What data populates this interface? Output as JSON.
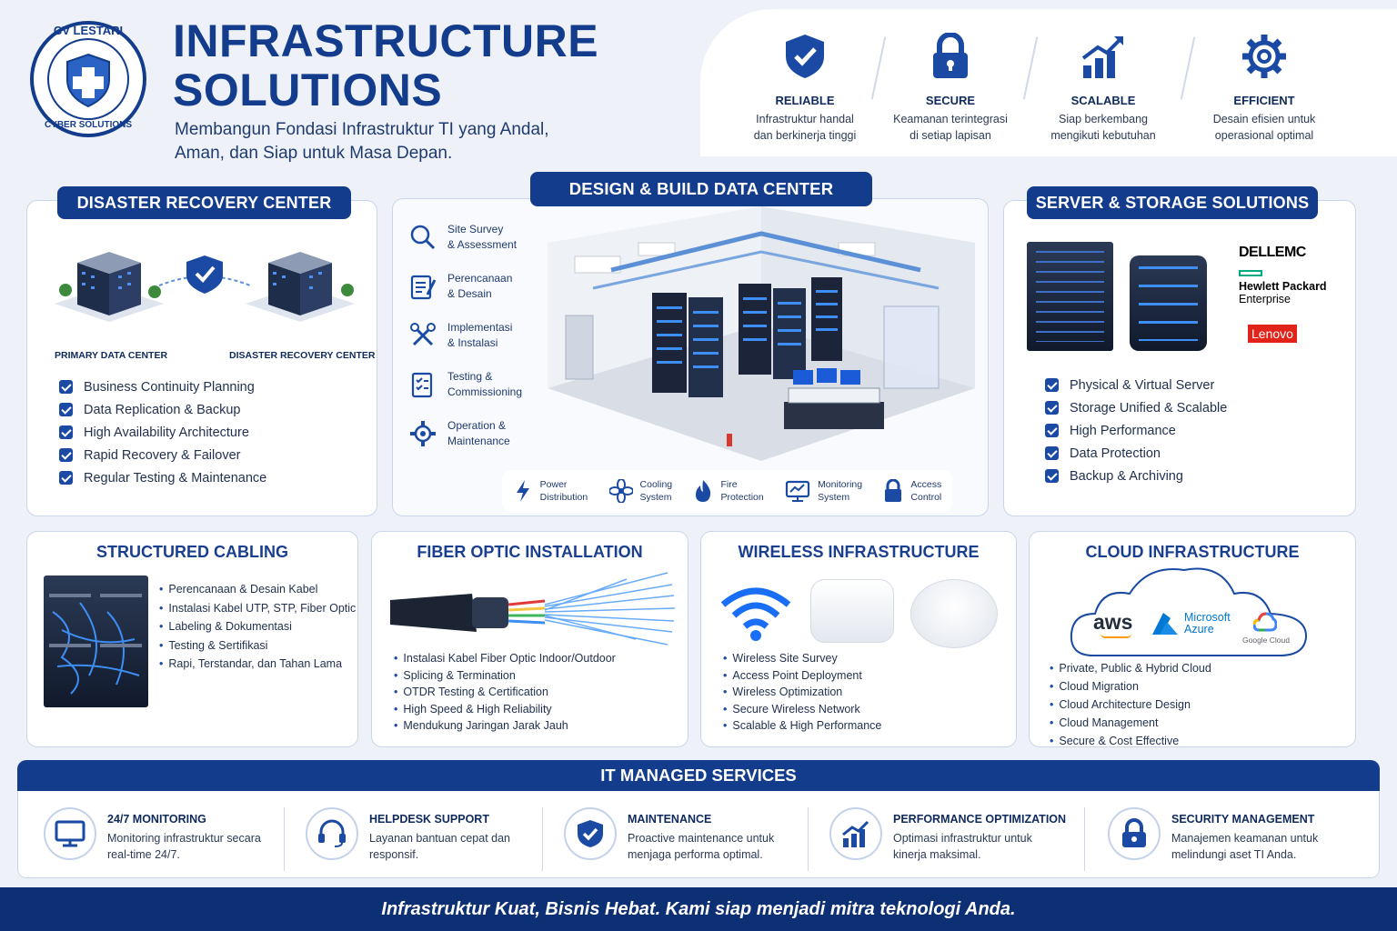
{
  "logo": {
    "text_top": "CV LESTARI",
    "text_bottom": "CYBER SOLUTIONS"
  },
  "header": {
    "title_line1": "INFRASTRUCTURE",
    "title_line2": "SOLUTIONS",
    "subtitle_line1": "Membangun Fondasi Infrastruktur TI yang Andal,",
    "subtitle_line2": "Aman, dan Siap untuk Masa Depan."
  },
  "features": [
    {
      "icon": "shield-check-icon",
      "label": "RELIABLE",
      "desc1": "Infrastruktur handal",
      "desc2": "dan berkinerja tinggi"
    },
    {
      "icon": "lock-icon",
      "label": "SECURE",
      "desc1": "Keamanan terintegrasi",
      "desc2": "di setiap lapisan"
    },
    {
      "icon": "growth-chart-icon",
      "label": "SCALABLE",
      "desc1": "Siap berkembang",
      "desc2": "mengikuti kebutuhan"
    },
    {
      "icon": "gear-icon",
      "label": "EFFICIENT",
      "desc1": "Desain efisien untuk",
      "desc2": "operasional optimal"
    }
  ],
  "drc": {
    "title": "DISASTER RECOVERY CENTER",
    "primary_label": "PRIMARY DATA CENTER",
    "recovery_label": "DISASTER RECOVERY CENTER",
    "items": [
      "Business Continuity Planning",
      "Data Replication & Backup",
      "High Availability Architecture",
      "Rapid Recovery & Failover",
      "Regular Testing & Maintenance"
    ]
  },
  "datacenter": {
    "title": "DESIGN & BUILD DATA CENTER",
    "steps": [
      {
        "icon": "search-icon",
        "line1": "Site Survey",
        "line2": "& Assessment"
      },
      {
        "icon": "planning-icon",
        "line1": "Perencanaan",
        "line2": "& Desain"
      },
      {
        "icon": "tools-icon",
        "line1": "Implementasi",
        "line2": "& Instalasi"
      },
      {
        "icon": "checklist-icon",
        "line1": "Testing &",
        "line2": "Commissioning"
      },
      {
        "icon": "gear-icon",
        "line1": "Operation &",
        "line2": "Maintenance"
      }
    ],
    "systems": [
      {
        "icon": "power-icon",
        "line1": "Power",
        "line2": "Distribution"
      },
      {
        "icon": "fan-icon",
        "line1": "Cooling",
        "line2": "System"
      },
      {
        "icon": "flame-icon",
        "line1": "Fire",
        "line2": "Protection"
      },
      {
        "icon": "monitor-icon",
        "line1": "Monitoring",
        "line2": "System"
      },
      {
        "icon": "lock-icon",
        "line1": "Access",
        "line2": "Control"
      }
    ]
  },
  "server": {
    "title": "SERVER & STORAGE SOLUTIONS",
    "brands": {
      "dell": "DELLEMC",
      "hpe1": "Hewlett Packard",
      "hpe2": "Enterprise",
      "lenovo": "Lenovo"
    },
    "items": [
      "Physical & Virtual Server",
      "Storage Unified & Scalable",
      "High Performance",
      "Data Protection",
      "Backup & Archiving"
    ]
  },
  "cabling": {
    "title": "STRUCTURED CABLING",
    "items": [
      "Perencanaan & Desain Kabel",
      "Instalasi Kabel UTP, STP, Fiber Optic",
      "Labeling & Dokumentasi",
      "Testing & Sertifikasi",
      "Rapi, Terstandar, dan Tahan Lama"
    ]
  },
  "fiber": {
    "title": "FIBER OPTIC INSTALLATION",
    "items": [
      "Instalasi Kabel Fiber Optic Indoor/Outdoor",
      "Splicing & Termination",
      "OTDR Testing & Certification",
      "High Speed & High Reliability",
      "Mendukung Jaringan Jarak Jauh"
    ]
  },
  "wireless": {
    "title": "WIRELESS INFRASTRUCTURE",
    "items": [
      "Wireless Site Survey",
      "Access Point Deployment",
      "Wireless Optimization",
      "Secure Wireless Network",
      "Scalable & High Performance"
    ]
  },
  "cloud": {
    "title": "CLOUD INFRASTRUCTURE",
    "brands": {
      "aws": "aws",
      "azure1": "Microsoft",
      "azure2": "Azure",
      "google": "Google Cloud"
    },
    "items": [
      "Private, Public & Hybrid Cloud",
      "Cloud Migration",
      "Cloud Architecture Design",
      "Cloud Management",
      "Secure & Cost Effective"
    ]
  },
  "managed": {
    "title": "IT MANAGED SERVICES",
    "services": [
      {
        "icon": "monitor-icon",
        "title": "24/7 MONITORING",
        "line1": "Monitoring infrastruktur secara",
        "line2": "real-time 24/7."
      },
      {
        "icon": "headset-icon",
        "title": "HELPDESK SUPPORT",
        "line1": "Layanan bantuan cepat dan",
        "line2": "responsif."
      },
      {
        "icon": "shield-check-icon",
        "title": "MAINTENANCE",
        "line1": "Proactive maintenance untuk",
        "line2": "menjaga performa optimal."
      },
      {
        "icon": "growth-chart-icon",
        "title": "PERFORMANCE OPTIMIZATION",
        "line1": "Optimasi infrastruktur untuk",
        "line2": "kinerja maksimal."
      },
      {
        "icon": "lock-icon",
        "title": "SECURITY MANAGEMENT",
        "line1": "Manajemen keamanan untuk",
        "line2": "melindungi aset TI Anda."
      }
    ]
  },
  "footer": {
    "tagline": "Infrastruktur Kuat, Bisnis Hebat. Kami siap menjadi mitra teknologi Anda."
  },
  "colors": {
    "primary": "#133c8c",
    "accent": "#1a4aa3",
    "background": "#eef2f8",
    "footer": "#0d2f73"
  }
}
